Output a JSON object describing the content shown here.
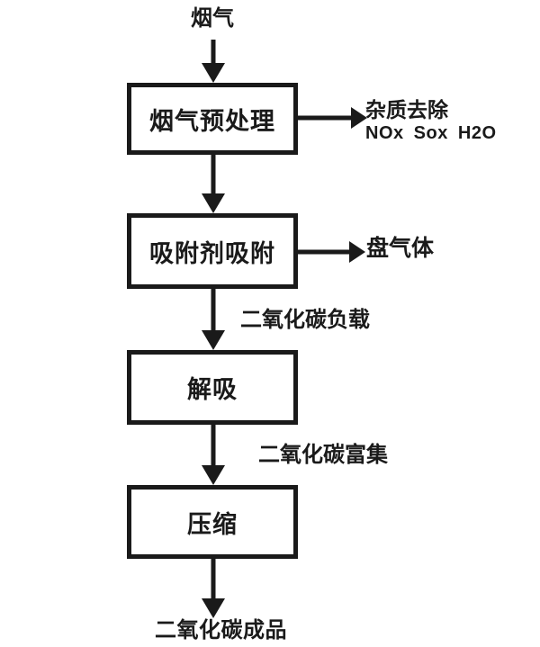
{
  "diagram": {
    "type": "flowchart",
    "source_label": "烟气",
    "boxes": [
      {
        "label": "烟气预处理"
      },
      {
        "label": "吸附剂吸附"
      },
      {
        "label": "解吸"
      },
      {
        "label": "压缩"
      }
    ],
    "branches": [
      {
        "from": "烟气预处理",
        "line1": "杂质去除",
        "line2": "NOx Sox H2O"
      },
      {
        "from": "吸附剂吸附",
        "line1": "盘气体"
      }
    ],
    "edge_labels": [
      {
        "between": "吸附剂吸附 → 解吸",
        "label": "二氧化碳负载"
      },
      {
        "between": "解吸 → 压缩",
        "label": "二氧化碳富集"
      }
    ],
    "output_label": "二氧化碳成品",
    "colors": {
      "ink": "#1a1a1a",
      "background": "#ffffff"
    }
  }
}
